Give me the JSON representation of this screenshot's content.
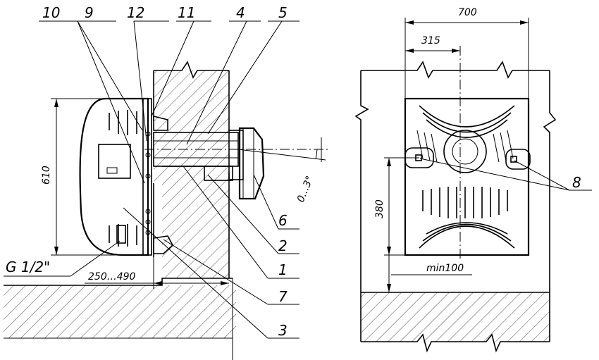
{
  "callouts": {
    "c10": "10",
    "c9": "9",
    "c12": "12",
    "c11": "11",
    "c4": "4",
    "c5": "5",
    "c6": "6",
    "c2": "2",
    "c1": "1",
    "c7": "7",
    "c3": "3",
    "c8": "8"
  },
  "dimensions": {
    "height_610": "610",
    "thread": "G 1/2\"",
    "depth_range": "250…490",
    "angle": "0…3°",
    "width_700": "700",
    "offset_315": "315",
    "height_380": "380",
    "min_clearance": "min100"
  }
}
